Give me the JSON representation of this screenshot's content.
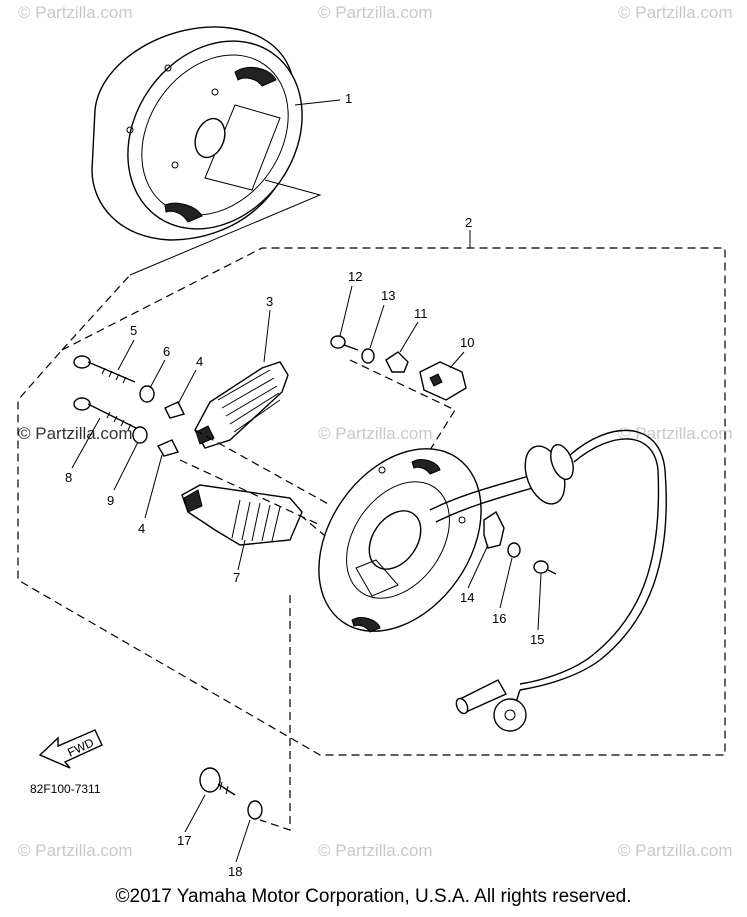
{
  "watermarks": {
    "w1": "© Partzilla.com",
    "w2": "© Partzilla.com",
    "w3": "© Partzilla.com",
    "w4": "© Partzilla.com",
    "w5": "© Partzilla.com",
    "w6": "© Partzilla.com",
    "w7": "© Partzilla.com",
    "w8": "© Partzilla.com",
    "w9": "© Partzilla.com"
  },
  "callouts": [
    "1",
    "2",
    "3",
    "4",
    "5",
    "6",
    "7",
    "8",
    "9",
    "4",
    "10",
    "11",
    "12",
    "13",
    "14",
    "15",
    "16",
    "17",
    "18"
  ],
  "diagram_code": "82F100-7311",
  "arrow_label": "FWD",
  "copyright": "©2017  Yamaha Motor Corporation, U.S.A. All rights reserved."
}
